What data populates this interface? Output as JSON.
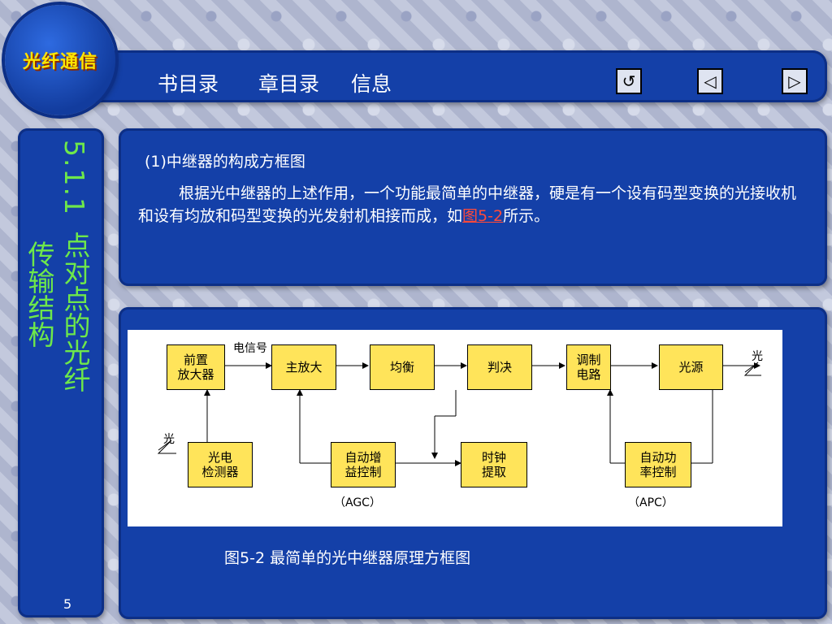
{
  "header": {
    "logo_text": "光纤通信",
    "nav": [
      {
        "label": "书目录"
      },
      {
        "label": "章目录"
      },
      {
        "label": "信息"
      }
    ],
    "buttons": {
      "return": "↺",
      "prev": "◁",
      "next": "▷"
    }
  },
  "sidebar": {
    "section_number": "5.1.1",
    "section_title_part1": "点对点的光纤",
    "section_title_part2": "传输结构",
    "page_number": "5"
  },
  "content": {
    "heading": "(1)中继器的构成方框图",
    "paragraph_main": "根据光中继器的上述作用，一个功能最简单的中继器，硬是有一个设有码型变换的光接收机和设有均放和码型变换的光发射机相接而成，如",
    "figure_link": "图5-2",
    "paragraph_tail": "所示。"
  },
  "diagram": {
    "blocks": {
      "preamp": "前置\n放大器",
      "main_amp": "主放大",
      "equalizer": "均衡",
      "decision": "判决",
      "modulator": "调制\n电路",
      "light_source": "光源",
      "photodetector": "光电\n检测器",
      "agc": "自动增\n益控制",
      "clock": "时钟\n提取",
      "apc": "自动功\n率控制"
    },
    "labels": {
      "electrical_signal": "电信号",
      "light_in": "光",
      "light_out": "光",
      "agc_abbr": "（AGC）",
      "apc_abbr": "（APC）"
    }
  },
  "caption": "图5-2 最简单的光中继器原理方框图",
  "colors": {
    "panel": "#1440a8",
    "heading_green": "#6ee84a",
    "block_fill": "#ffe45a",
    "link_red": "#ff4a3a"
  }
}
